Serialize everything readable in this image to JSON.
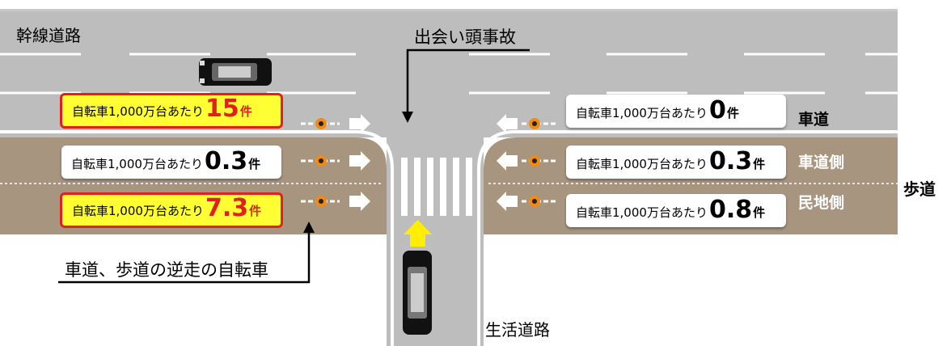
{
  "title": "出会い頭事故",
  "roads": {
    "main": "幹線道路",
    "side": "生活道路"
  },
  "lane_labels": {
    "roadway": "車道",
    "road_side": "車道側",
    "private_side": "民地側",
    "sidewalk": "歩道"
  },
  "wrong_way_label": "車道、歩道の逆走の自転車",
  "rate_prefix": "自転車1,000万台あたり",
  "unit": "件",
  "left_rates": [
    {
      "value": "15",
      "highlight": true
    },
    {
      "value": "0.3",
      "highlight": false
    },
    {
      "value": "7.3",
      "highlight": true
    }
  ],
  "right_rates": [
    {
      "value": "0",
      "highlight": false
    },
    {
      "value": "0.3",
      "highlight": false
    },
    {
      "value": "0.8",
      "highlight": false
    }
  ],
  "colors": {
    "road": "#bdbdbd",
    "sidewalk": "#a89580",
    "highlight_fill": "#ffff33",
    "highlight_border": "#e0201a",
    "arrow_yellow": "#ffee00",
    "bike_orange": "#ef8a16"
  }
}
